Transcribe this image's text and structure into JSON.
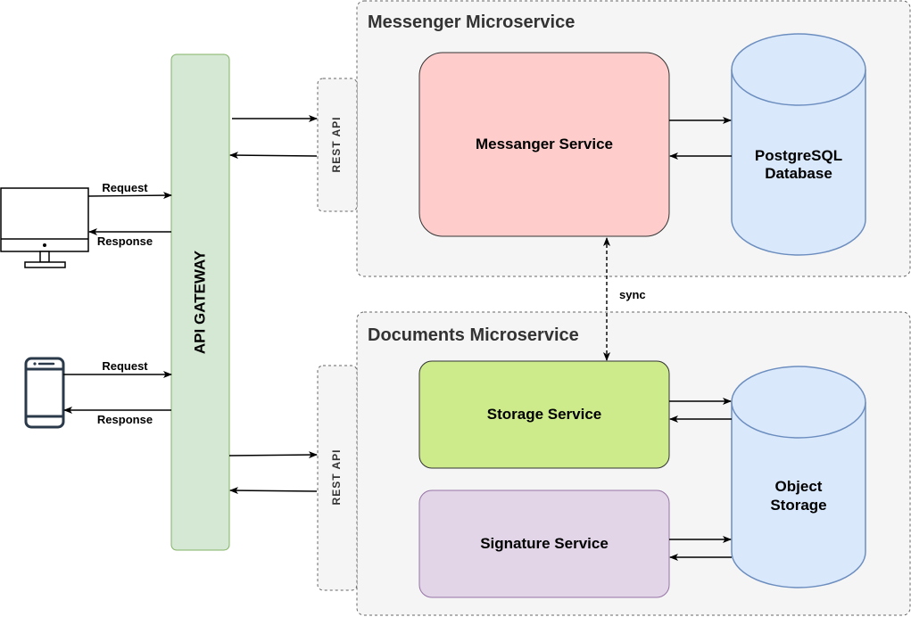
{
  "groups": {
    "messenger": {
      "title": "Messenger Microservice"
    },
    "documents": {
      "title": "Documents Microservice"
    }
  },
  "gateway": {
    "label": "API GATEWAY"
  },
  "rest_api": {
    "top": "REST API",
    "bottom": "REST API"
  },
  "services": {
    "messenger": "Messanger Service",
    "storage": "Storage Service",
    "signature": "Signature Service"
  },
  "databases": {
    "postgres": {
      "line1": "PostgreSQL",
      "line2": "Database"
    },
    "object": {
      "line1": "Object",
      "line2": "Storage"
    }
  },
  "clients": {
    "desktop": {
      "request": "Request",
      "response": "Response"
    },
    "mobile": {
      "request": "Request",
      "response": "Response"
    }
  },
  "sync_label": "sync",
  "colors": {
    "group_fill": "#f5f5f5",
    "group_stroke": "#666666",
    "gateway_fill": "#d5e8d4",
    "gateway_stroke": "#82b366",
    "messenger_fill": "#ffcccc",
    "storage_fill": "#cdeb8b",
    "signature_fill": "#e1d5e7",
    "db_fill": "#dae8fc",
    "db_stroke": "#6c8ebf",
    "icon": "#2b3a4a"
  }
}
